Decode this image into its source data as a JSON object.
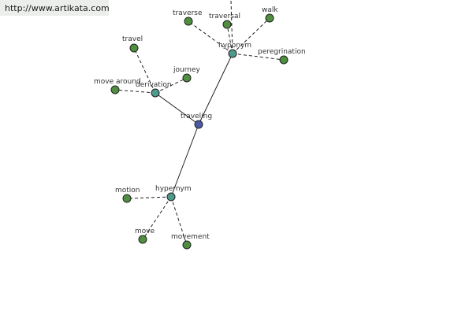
{
  "watermark": {
    "url": "http://www.artikata.com"
  },
  "colors": {
    "center": "#4b5aa5",
    "hub": "#4e9a8c",
    "leaf": "#4f8f3f",
    "edge": "#222222"
  },
  "graph": {
    "center": {
      "label": "traveling"
    },
    "hubs": {
      "derivation": {
        "label": "derivation"
      },
      "hyponym": {
        "label": "hyponym"
      },
      "hypernym": {
        "label": "hypernym"
      }
    },
    "leaves": {
      "travel": "travel",
      "move_around": "move around",
      "journey": "journey",
      "traverse": "traverse",
      "traversal": "traversal",
      "walk": "walk",
      "peregrination": "peregrination",
      "motion": "motion",
      "move": "move",
      "movement": "movement"
    }
  }
}
